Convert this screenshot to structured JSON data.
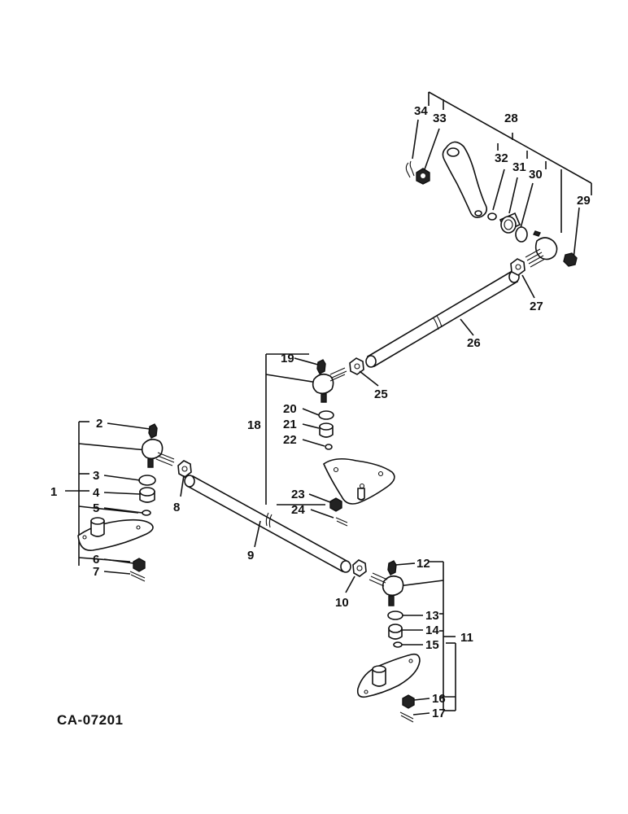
{
  "drawing_code": "CA-07201",
  "labels": {
    "n1": "1",
    "n2": "2",
    "n3": "3",
    "n4": "4",
    "n5": "5",
    "n6": "6",
    "n7": "7",
    "n8": "8",
    "n9": "9",
    "n10": "10",
    "n11": "11",
    "n12": "12",
    "n13": "13",
    "n14": "14",
    "n15": "15",
    "n16": "16",
    "n17": "17",
    "n18": "18",
    "n19": "19",
    "n20": "20",
    "n21": "21",
    "n22": "22",
    "n23": "23",
    "n24": "24",
    "n25": "25",
    "n26": "26",
    "n27": "27",
    "n28": "28",
    "n29": "29",
    "n30": "30",
    "n31": "31",
    "n32": "32",
    "n33": "33",
    "n34": "34"
  }
}
